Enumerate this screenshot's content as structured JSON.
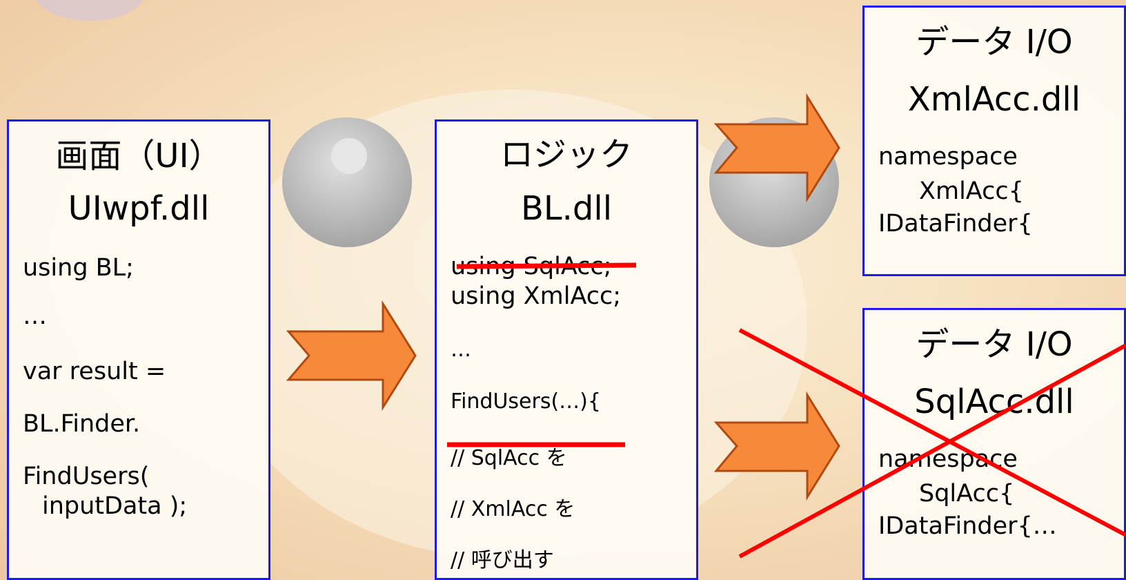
{
  "ui_box": {
    "title": "画面（UI）",
    "dll": "UIwpf.dll",
    "lines": [
      "using BL;",
      "…",
      "var result =",
      "BL.Finder.",
      "FindUsers(",
      "inputData );"
    ]
  },
  "logic_box": {
    "title": "ロジック",
    "dll": "BL.dll",
    "lines": [
      "using SqlAcc;",
      "using XmlAcc;",
      "…",
      "FindUsers(…){",
      "// SqlAcc を",
      "// XmlAcc を",
      "// 呼び出す"
    ]
  },
  "xml_box": {
    "title": "データ I/O",
    "dll": "XmlAcc.dll",
    "lines": [
      "namespace",
      "XmlAcc{",
      "IDataFinder{"
    ]
  },
  "sql_box": {
    "title": "データ I/O",
    "dll": "SqlAcc.dll",
    "lines": [
      "namespace",
      "SqlAcc{",
      "IDataFinder{…"
    ]
  },
  "colors": {
    "box_border": "#1a1aee",
    "arrow_fill": "#f7893a",
    "arrow_stroke": "#b04a10",
    "strike": "#ff0000"
  }
}
